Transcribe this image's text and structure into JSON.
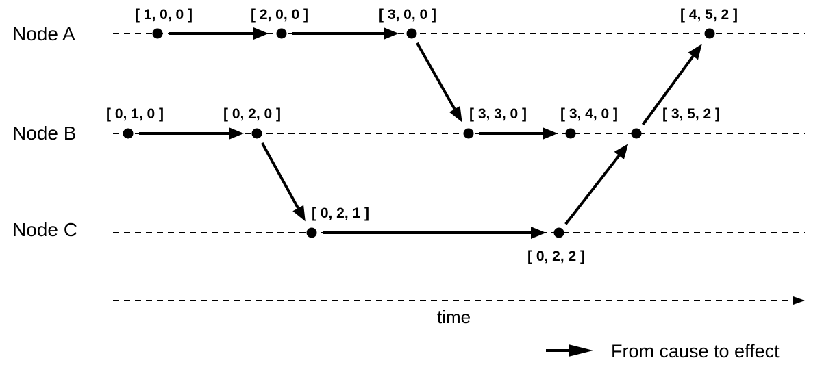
{
  "nodes": [
    {
      "id": "A",
      "label": "Node A"
    },
    {
      "id": "B",
      "label": "Node B"
    },
    {
      "id": "C",
      "label": "Node C"
    }
  ],
  "events": [
    {
      "id": "a1",
      "node": "A",
      "clock": "[ 1, 0, 0 ]"
    },
    {
      "id": "a2",
      "node": "A",
      "clock": "[ 2, 0, 0 ]"
    },
    {
      "id": "a3",
      "node": "A",
      "clock": "[ 3, 0, 0 ]"
    },
    {
      "id": "a4",
      "node": "A",
      "clock": "[ 4, 5, 2 ]"
    },
    {
      "id": "b1",
      "node": "B",
      "clock": "[ 0, 1, 0 ]"
    },
    {
      "id": "b2",
      "node": "B",
      "clock": "[ 0, 2, 0 ]"
    },
    {
      "id": "b3",
      "node": "B",
      "clock": "[ 3, 3, 0 ]"
    },
    {
      "id": "b4",
      "node": "B",
      "clock": "[ 3, 4, 0 ]"
    },
    {
      "id": "b5",
      "node": "B",
      "clock": "[ 3, 5, 2 ]"
    },
    {
      "id": "c1",
      "node": "C",
      "clock": "[ 0, 2, 1 ]"
    },
    {
      "id": "c2",
      "node": "C",
      "clock": "[ 0, 2, 2 ]"
    }
  ],
  "edges": [
    {
      "from": "a1",
      "to": "a2"
    },
    {
      "from": "a2",
      "to": "a3"
    },
    {
      "from": "a3",
      "to": "b3"
    },
    {
      "from": "b1",
      "to": "b2"
    },
    {
      "from": "b2",
      "to": "c1"
    },
    {
      "from": "b3",
      "to": "b4"
    },
    {
      "from": "c1",
      "to": "c2"
    },
    {
      "from": "c2",
      "to": "b5"
    },
    {
      "from": "b5",
      "to": "a4"
    }
  ],
  "time_axis_label": "time",
  "legend": {
    "label": "From cause to effect"
  }
}
